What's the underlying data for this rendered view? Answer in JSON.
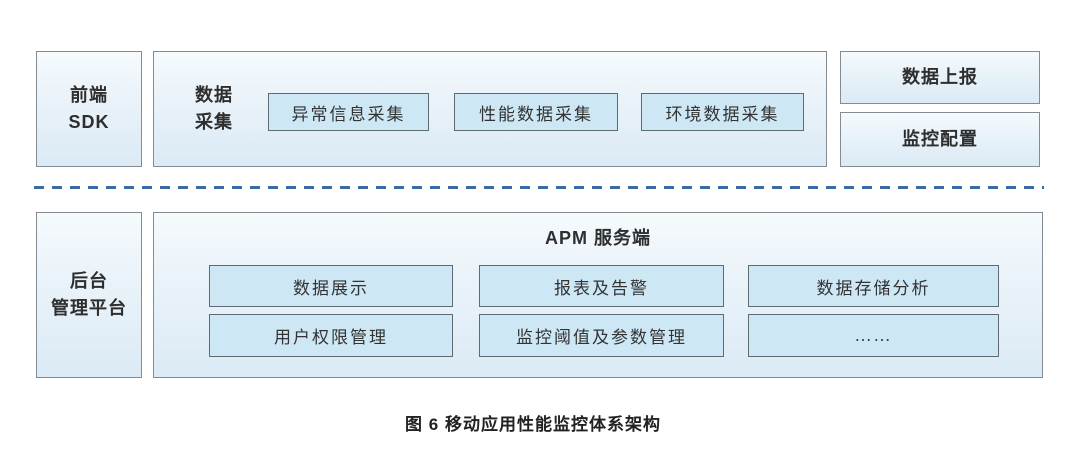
{
  "colors": {
    "outer_box_fill_top": "#f5fafd",
    "outer_box_fill_bottom": "#dbeaf5",
    "outer_box_border": "#848c92",
    "inner_box_fill": "#cde7f4",
    "inner_box_border": "#5f6b73",
    "dashed_line": "#3b6ba5",
    "text": "#333333"
  },
  "top_row": {
    "frontend": {
      "line1": "前端",
      "line2": "SDK"
    },
    "collection": {
      "label_line1": "数据",
      "label_line2": "采集",
      "items": [
        "异常信息采集",
        "性能数据采集",
        "环境数据采集"
      ]
    },
    "report_box": "数据上报",
    "config_box": "监控配置"
  },
  "bottom_row": {
    "backend": {
      "line1": "后台",
      "line2": "管理平台"
    },
    "apm": {
      "title": "APM 服务端",
      "row1": [
        "数据展示",
        "报表及告警",
        "数据存储分析"
      ],
      "row2": [
        "用户权限管理",
        "监控阈值及参数管理",
        "……"
      ]
    }
  },
  "caption": "图 6 移动应用性能监控体系架构"
}
